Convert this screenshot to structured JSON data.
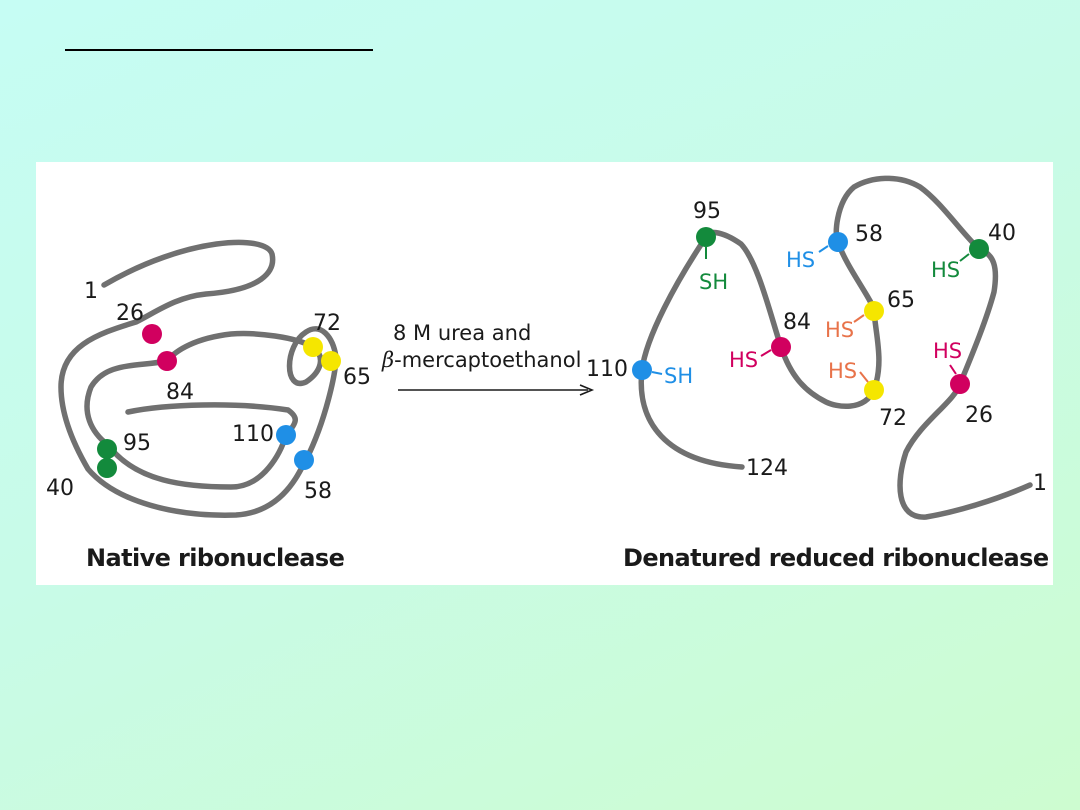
{
  "colors": {
    "chain": "#707070",
    "green": "#138a3c",
    "magenta": "#d1005f",
    "yellow": "#f5e600",
    "blue": "#1f8fe6",
    "orange": "#e8734a"
  },
  "native": {
    "caption": "Native ribonuclease",
    "labels": {
      "n1": "1",
      "n26": "26",
      "n84": "84",
      "n72": "72",
      "n65": "65",
      "n95": "95",
      "n110": "110",
      "n40": "40",
      "n58": "58"
    }
  },
  "arrow": {
    "line1": "8 M urea and",
    "beta": "β",
    "line2": "-mercaptoethanol"
  },
  "denatured": {
    "caption": "Denatured reduced ribonuclease",
    "labels": {
      "n95": "95",
      "n110": "110",
      "n124": "124",
      "n84": "84",
      "n58": "58",
      "n65": "65",
      "n72": "72",
      "n40": "40",
      "n26": "26",
      "n1": "1"
    },
    "groups": {
      "sh95": "SH",
      "sh110": "SH",
      "hs84": "HS",
      "hs58": "HS",
      "hs65": "HS",
      "hs72": "HS",
      "hs40": "HS",
      "hs26": "HS"
    }
  }
}
